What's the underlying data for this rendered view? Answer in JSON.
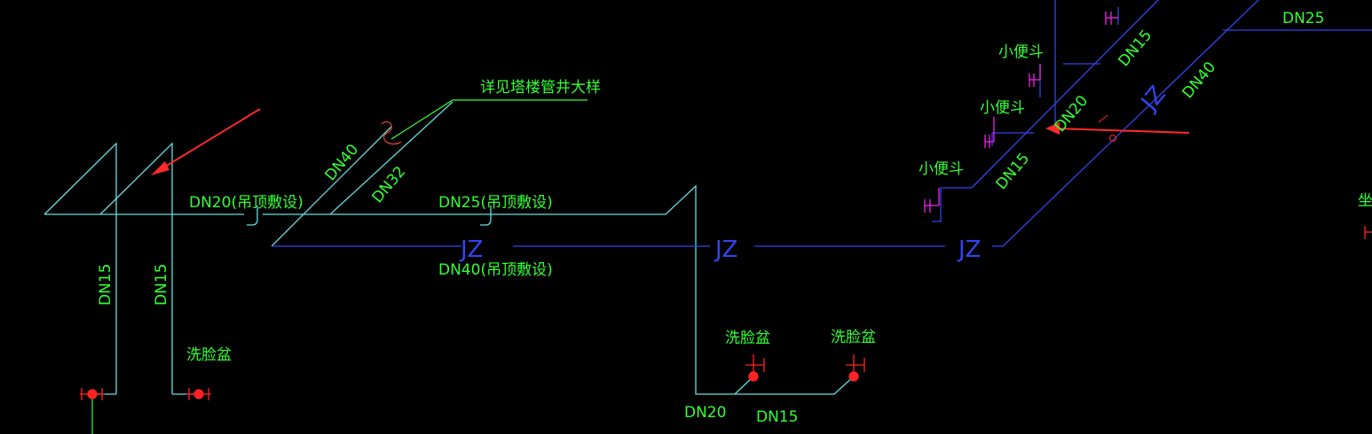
{
  "colors": {
    "background": "#000000",
    "label_green": "#33ff33",
    "pipe_blue": "#3344ee",
    "pipe_cyan": "#66dddd",
    "fixture_red": "#ff2222",
    "fixture_magenta": "#ee22ee",
    "arrow_red": "#ff2a2a",
    "leader_green": "#33ff33"
  },
  "labels": {
    "dn15_left_1": "DN15",
    "dn15_left_2": "DN15",
    "wash_basin_left": "洗脸盆",
    "dn20_hanging": "DN20(吊顶敷设)",
    "dn40_riser": "DN40",
    "dn32_riser": "DN32",
    "see_detail": "详见塔楼管井大样",
    "dn25_hanging": "DN25(吊顶敷设)",
    "dn40_hanging": "DN40(吊顶敷设)",
    "jz_1": "JZ",
    "jz_2": "JZ",
    "jz_3": "JZ",
    "jz_4": "JZ",
    "wash_basin_mid_1": "洗脸盆",
    "wash_basin_mid_2": "洗脸盆",
    "dn20_bottom": "DN20",
    "dn15_bottom": "DN15",
    "urinal_1": "小便斗",
    "urinal_2": "小便斗",
    "urinal_3": "小便斗",
    "dn15_upper": "DN15",
    "dn20_mid": "DN20",
    "dn15_mid": "DN15",
    "dn40_right": "DN40",
    "dn25_top": "DN25",
    "partial_right": "坐"
  },
  "icons": [
    "annotation-arrow-icon",
    "fixture-valve-icon",
    "pipe-bend-icon"
  ]
}
